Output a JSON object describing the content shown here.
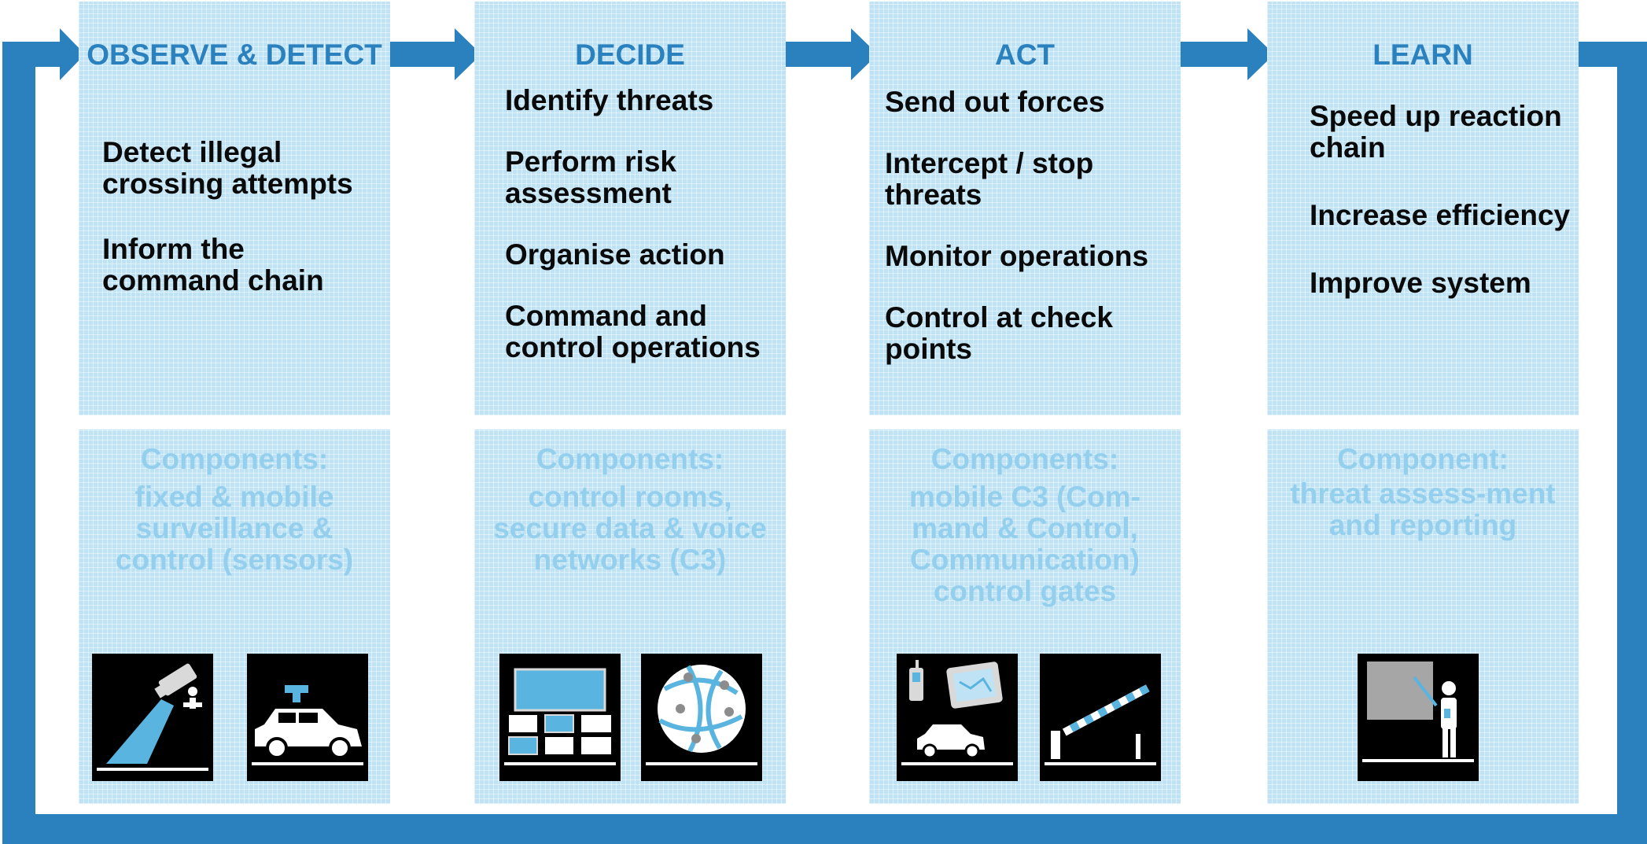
{
  "phases": [
    {
      "title": "OBSERVE & DETECT",
      "actions": [
        "Detect illegal crossing attempts",
        "Inform the command chain"
      ],
      "component_heading": "Components:",
      "component_text": "fixed & mobile surveillance & control (sensors)",
      "icons": [
        "surveillance-camera-icon",
        "patrol-vehicle-icon"
      ]
    },
    {
      "title": "DECIDE",
      "actions": [
        "Identify threats",
        "Perform risk assessment",
        "Organise action",
        "Command and control operations"
      ],
      "component_heading": "Components:",
      "component_text": "control rooms, secure data & voice networks (C3)",
      "icons": [
        "control-room-monitors-icon",
        "network-globe-icon"
      ]
    },
    {
      "title": "ACT",
      "actions": [
        "Send out forces",
        "Intercept / stop threats",
        "Monitor operations",
        "Control at check points"
      ],
      "component_heading": "Components:",
      "component_text": "mobile C3 (Com-mand & Control, Communication) control gates",
      "icons": [
        "mobile-c3-devices-icon",
        "barrier-gate-icon"
      ]
    },
    {
      "title": "LEARN",
      "actions": [
        "Speed up reaction chain",
        "Increase efficiency",
        "Improve system"
      ],
      "component_heading": "Component:",
      "component_text": "threat assess-ment and reporting",
      "icons": [
        "presentation-board-icon"
      ]
    }
  ],
  "colors": {
    "loop_blue": "#2a81bd",
    "panel_blue": "#bfe3f5",
    "title_blue": "#2a81bd",
    "component_text_blue": "#94cfee",
    "icon_blue": "#5ab4e0"
  }
}
